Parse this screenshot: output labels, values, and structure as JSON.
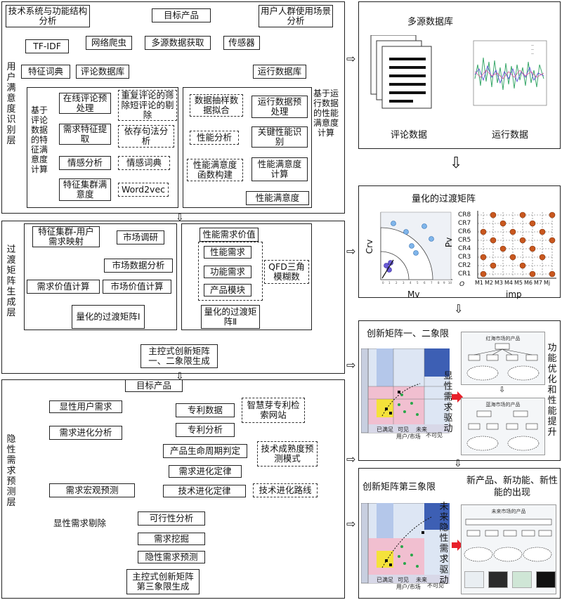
{
  "left": {
    "top_boxes": {
      "tech": "技术系统与功能结构分析",
      "target": "目标产品",
      "user_scene": "用户人群使用场景分析",
      "tfidf": "TF-IDF",
      "crawler": "网络爬虫",
      "multisrc": "多源数据获取",
      "sensor": "传感器",
      "feat_dict": "特征词典",
      "review_db": "评论数据库",
      "run_db": "运行数据库"
    },
    "layer1_label": "用户满意度识别层",
    "left_sub_label": "基于评论数据的特征满意度计算",
    "right_sub_label": "基于运行数据的性能满意度计算",
    "review_chain": [
      "在线评论预处理",
      "需求特征提取",
      "情感分析",
      "特征集群满意度"
    ],
    "review_side": [
      "重复评论的筛除短评论的剔除",
      "依存句法分析",
      "情感词典",
      "Word2vec"
    ],
    "run_chain": [
      "运行数据预处理",
      "关键性能识别",
      "性能满意度计算",
      "性能满意度"
    ],
    "run_side": [
      "数据抽样数据拟合",
      "性能分析",
      "性能满意度函数构建"
    ],
    "layer2_label": "过渡矩阵生成层",
    "l2_left": [
      "特征集群-用户需求映射",
      "市场调研",
      "市场数据分析",
      "需求价值计算",
      "市场价值计算",
      "量化的过渡矩阵Ⅰ"
    ],
    "l2_right": [
      "性能需求价值",
      "性能需求",
      "功能需求",
      "产品模块",
      "QFD三角模糊数",
      "量化的过渡矩阵Ⅱ"
    ],
    "l2_out": "主控式创新矩阵一、二象限生成",
    "layer3_label": "隐性需求预测层",
    "l3": {
      "target": "目标产品",
      "explicit": "显性用户需求",
      "patent_data": "专利数据",
      "zhihuiya": "智慧芽专利检索网站",
      "demand_evo": "需求进化分析",
      "patent_ana": "专利分析",
      "plc": "产品生命周期判定",
      "maturity": "技术成熟度预测模式",
      "demand_law": "需求进化定律",
      "macro": "需求宏观预测",
      "tech_law": "技术进化定律",
      "tech_path": "技术进化路线",
      "explicit_remove": "显性需求剔除",
      "feasibility": "可行性分析",
      "mining": "需求挖掘",
      "implicit": "隐性需求预测",
      "out": "主控式创新矩阵第三象限生成"
    }
  },
  "right": {
    "p1_title": "多源数据库",
    "p1_review": "评论数据",
    "p1_run": "运行数据",
    "p2_title": "量化的过渡矩阵",
    "p2_left_ylabel": "Crv",
    "p2_left_xlabel": "Mv",
    "p2_right_ylabel": "Pv",
    "p2_right_xlabel": "imp",
    "p2_cr": [
      "CR8",
      "CR7",
      "CR6",
      "CR5",
      "CR4",
      "CR3",
      "CR2",
      "CR1"
    ],
    "p2_m": [
      "M1",
      "M2",
      "M3",
      "M4",
      "M5",
      "M6",
      "M7",
      "Mj"
    ],
    "p2_left_ticks": [
      "0",
      "1",
      "2",
      "3",
      "4",
      "5",
      "6",
      "7",
      "8",
      "9",
      "10"
    ],
    "p2_origin": "O",
    "p3_title": "创新矩阵一、二象限",
    "p3_driver": "显性需求驱动",
    "p3_side": "功能优化和性能提升",
    "p3_red": "红海市场的产品",
    "p3_blue": "蓝海市场的产品",
    "p4_title": "创新矩阵第三象限",
    "p4_new": "新产品、新功能、新性能的出现",
    "p4_driver": "未来隐性需求驱动",
    "p4_future": "未来市场的产品",
    "quad_labels": [
      "已满足",
      "可见",
      "未来",
      "不可见",
      "用户/市场"
    ]
  },
  "colors": {
    "accent_red": "#e8202a",
    "border": "#222222"
  }
}
